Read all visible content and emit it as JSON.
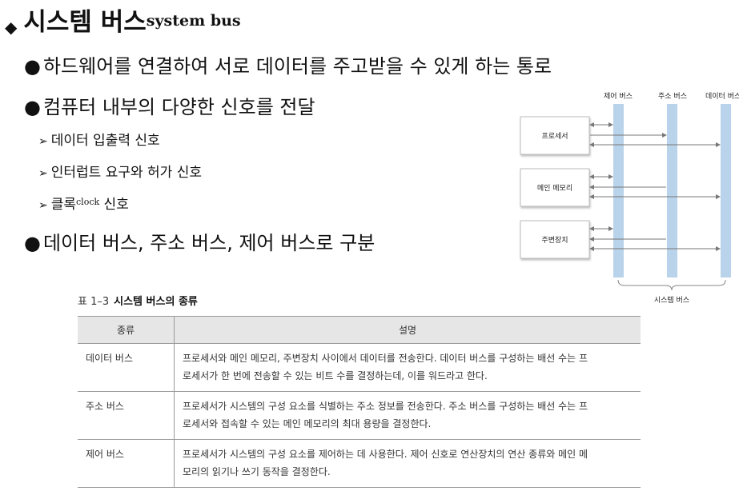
{
  "title": {
    "diamond": "◆",
    "main": "시스템 버스",
    "sup": "system bus"
  },
  "bullets": [
    {
      "mark": "●",
      "text": "하드웨어를 연결하여 서로 데이터를 주고받을 수 있게 하는 통로"
    },
    {
      "mark": "●",
      "text": "컴퓨터 내부의 다양한 신호를 전달"
    },
    {
      "mark": "●",
      "text": "데이터 버스, 주소 버스, 제어 버스로 구분"
    }
  ],
  "sub_bullets": [
    {
      "arrow": "➢",
      "text": "데이터 입출력 신호"
    },
    {
      "arrow": "➢",
      "text": "인터럽트 요구와 허가 신호"
    },
    {
      "arrow": "➢",
      "text": "클록",
      "sup": "clock",
      "after": " 신호"
    }
  ],
  "diagram": {
    "bus_labels": [
      "제어 버스",
      "주소 버스",
      "데이터 버스"
    ],
    "devices": [
      "프로세서",
      "메인 메모리",
      "주변장치"
    ],
    "brace_label": "시스템 버스",
    "bus_color": "#b9d3ea"
  },
  "table": {
    "caption_num": "표 1–3",
    "caption_title": "시스템 버스의 종류",
    "headers": [
      "종류",
      "설명"
    ],
    "rows": [
      {
        "name": "데이터 버스",
        "line1": "프로세서와 메인 메모리, 주변장치 사이에서 데이터를 전송한다. 데이터 버스를 구성하는 배선 수는 프",
        "line2": "로세서가 한 번에 전송할 수 있는 비트 수를 결정하는데, 이를 워드라고 한다."
      },
      {
        "name": "주소 버스",
        "line1": "프로세서가 시스템의 구성 요소를 식별하는 주소 정보를 전송한다. 주소 버스를 구성하는 배선 수는 프",
        "line2": "로세서와 접속할 수 있는 메인 메모리의 최대 용량을 결정한다."
      },
      {
        "name": "제어 버스",
        "line1": "프로세서가 시스템의 구성 요소를 제어하는 데 사용한다. 제어 신호로 연산장치의 연산 종류와 메인 메",
        "line2": "모리의 읽기나 쓰기 동작을 결정한다."
      }
    ]
  }
}
